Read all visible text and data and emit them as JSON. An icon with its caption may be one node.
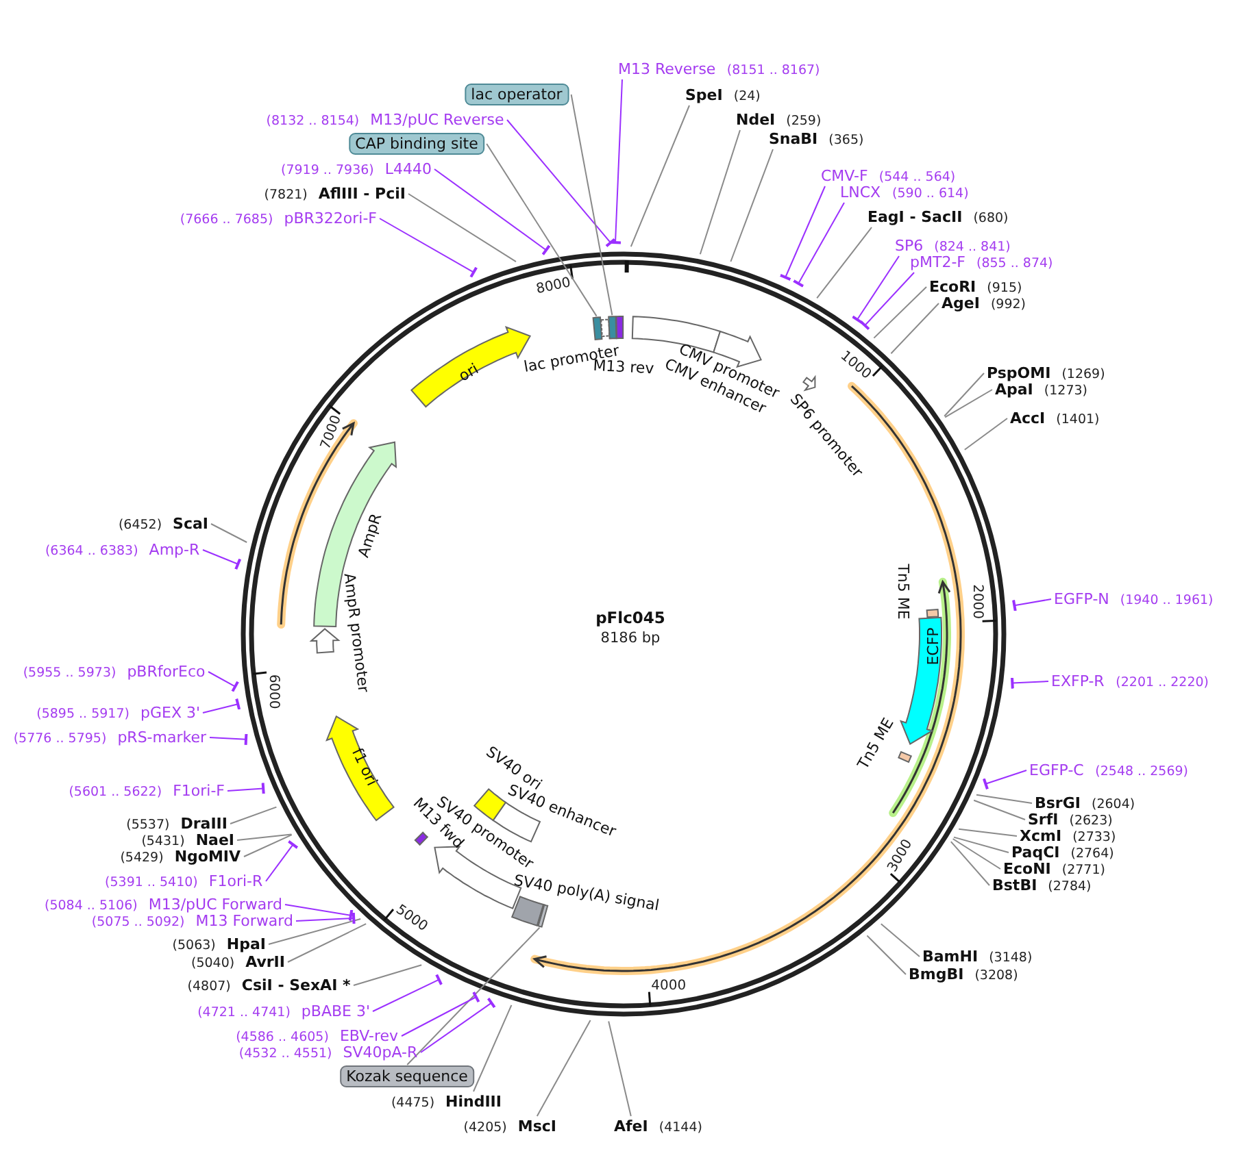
{
  "diagram": {
    "title": "pFlc045",
    "nodes": [
      {
        "text": [
          "M13 Reverse",
          "(8151 .. 8167)"
        ]
      },
      {
        "text": [
          "SpeI",
          "(24)"
        ]
      },
      {
        "text": [
          "NdeI",
          "(259)"
        ]
      },
      {
        "text": [
          "SnaBI",
          "(365)"
        ]
      },
      {
        "text": [
          "CMV-F",
          "(544 .. 564)"
        ]
      },
      {
        "text": [
          "LNCX",
          "(590 .. 614)"
        ]
      },
      {
        "text": [
          "EagI - SacII",
          "(680)"
        ]
      },
      {
        "text": [
          "SP6",
          "(824 .. 841)"
        ]
      },
      {
        "text": [
          "pMT2-F",
          "(855 .. 874)"
        ]
      },
      {
        "text": [
          "EcoRI",
          "(915)"
        ]
      },
      {
        "text": [
          "AgeI",
          "(992)"
        ]
      },
      {
        "text": [
          "PspOMI",
          "(1269)"
        ]
      },
      {
        "text": [
          "ApaI",
          "(1273)"
        ]
      },
      {
        "text": [
          "AccI",
          "(1401)"
        ]
      },
      {
        "text": [
          "EGFP-N",
          "(1940 .. 1961)"
        ]
      },
      {
        "text": [
          "EXFP-R",
          "(2201 .. 2220)"
        ]
      },
      {
        "text": [
          "EGFP-C",
          "(2548 .. 2569)"
        ]
      },
      {
        "text": [
          "BsrGI",
          "(2604)"
        ]
      },
      {
        "text": [
          "SrfI",
          "(2623)"
        ]
      },
      {
        "text": [
          "XcmI",
          "(2733)"
        ]
      },
      {
        "text": [
          "PaqCI",
          "(2764)"
        ]
      },
      {
        "text": [
          "EcoNI",
          "(2771)"
        ]
      },
      {
        "text": [
          "BstBI",
          "(2784)"
        ]
      },
      {
        "text": [
          "BamHI",
          "(3148)"
        ]
      },
      {
        "text": [
          "BmgBI",
          "(3208)"
        ]
      },
      {
        "text": [
          "AfeI",
          "(4144)"
        ]
      },
      {
        "text": [
          "(4205)",
          "MscI"
        ]
      },
      {
        "text": [
          "(4475)",
          "HindIII"
        ]
      },
      {
        "text": [
          "Kozak sequence"
        ]
      },
      {
        "text": [
          "(4532 .. 4551)",
          "SV40pA-R"
        ]
      },
      {
        "text": [
          "(4586 .. 4605)",
          "EBV-rev"
        ]
      },
      {
        "text": [
          "(4721 .. 4741)",
          "pBABE 3'"
        ]
      },
      {
        "text": [
          "(4807)",
          "CsiI - SexAI *"
        ]
      },
      {
        "text": [
          "(5040)",
          "AvrII"
        ]
      },
      {
        "text": [
          "(5063)",
          "HpaI"
        ]
      },
      {
        "text": [
          "(5075 .. 5092)",
          "M13 Forward"
        ]
      },
      {
        "text": [
          "(5084 .. 5106)",
          "M13/pUC Forward"
        ]
      },
      {
        "text": [
          "(5391 .. 5410)",
          "F1ori-R"
        ]
      },
      {
        "text": [
          "(5429)",
          "NgoMIV"
        ]
      },
      {
        "text": [
          "(5431)",
          "NaeI"
        ]
      },
      {
        "text": [
          "(5537)",
          "DraIII"
        ]
      },
      {
        "text": [
          "(5601 .. 5622)",
          "F1ori-F"
        ]
      },
      {
        "text": [
          "(5776 .. 5795)",
          "pRS-marker"
        ]
      },
      {
        "text": [
          "(5895 .. 5917)",
          "pGEX 3'"
        ]
      },
      {
        "text": [
          "(5955 .. 5973)",
          "pBRforEco"
        ]
      },
      {
        "text": [
          "(6364 .. 6383)",
          "Amp-R"
        ]
      },
      {
        "text": [
          "(6452)",
          "ScaI"
        ]
      },
      {
        "text": [
          "(7666 .. 7685)",
          "pBR322ori-F"
        ]
      },
      {
        "text": [
          "(7821)",
          "AflIII - PciI"
        ]
      },
      {
        "text": [
          "(7919 .. 7936)",
          "L4440"
        ]
      },
      {
        "text": [
          "CAP binding site"
        ]
      },
      {
        "text": [
          "(8132 .. 8154)",
          "M13/pUC Reverse"
        ]
      },
      {
        "text": [
          "lac operator"
        ]
      },
      {
        "text": [],
        "shape": "box"
      },
      {
        "text": [
          "lac promoter"
        ]
      },
      {
        "text": [],
        "shape": "box"
      },
      {
        "text": [
          "M13 rev"
        ]
      },
      {
        "text": [
          "CMV enhancer"
        ]
      },
      {
        "text": [
          "CMV promoter"
        ]
      },
      {
        "text": [
          "SP6 promoter"
        ]
      },
      {
        "text": [
          "Tn5 ME"
        ]
      },
      {
        "text": [
          "ECFP"
        ]
      },
      {
        "text": [
          "Tn5 ME"
        ]
      },
      {
        "text": [
          "SV40 poly(A) signal"
        ]
      },
      {
        "text": [],
        "shape": "box"
      },
      {
        "text": [
          "SV40 promoter"
        ]
      },
      {
        "text": [
          "SV40 enhancer"
        ]
      },
      {
        "text": [
          "SV40 ori"
        ]
      },
      {
        "text": [
          "M13 fwd"
        ]
      },
      {
        "text": [
          "f1 ori"
        ]
      },
      {
        "text": [
          "AmpR promoter"
        ]
      },
      {
        "text": [
          "AmpR"
        ]
      },
      {
        "text": [
          "ori"
        ]
      }
    ],
    "edges": [
      {
        "from": 0,
        "to": null,
        "arrow": "other",
        "color": "#9b30ff"
      },
      {
        "from": 1,
        "to": null,
        "arrow": "none"
      },
      {
        "from": 2,
        "to": null,
        "arrow": "none"
      },
      {
        "from": 3,
        "to": null,
        "arrow": "none"
      },
      {
        "from": 4,
        "to": null,
        "arrow": "other",
        "color": "#9b30ff"
      },
      {
        "from": 5,
        "to": null,
        "arrow": "other",
        "color": "#9b30ff"
      },
      {
        "from": 6,
        "to": null,
        "arrow": "none"
      },
      {
        "from": 7,
        "to": null,
        "arrow": "other",
        "color": "#9b30ff"
      },
      {
        "from": 8,
        "to": null,
        "arrow": "other",
        "color": "#9b30ff"
      },
      {
        "from": 9,
        "to": null,
        "arrow": "none"
      },
      {
        "from": 10,
        "to": null,
        "arrow": "none"
      },
      {
        "from": 11,
        "to": null,
        "arrow": "none"
      },
      {
        "from": 12,
        "to": null,
        "arrow": "none"
      },
      {
        "from": 13,
        "to": null,
        "arrow": "none"
      },
      {
        "from": 14,
        "to": null,
        "arrow": "other",
        "color": "#9b30ff"
      },
      {
        "from": 15,
        "to": null,
        "arrow": "other",
        "color": "#9b30ff"
      },
      {
        "from": 16,
        "to": null,
        "arrow": "other",
        "color": "#9b30ff"
      },
      {
        "from": 17,
        "to": null,
        "arrow": "none"
      },
      {
        "from": 18,
        "to": null,
        "arrow": "none"
      },
      {
        "from": 19,
        "to": null,
        "arrow": "none"
      },
      {
        "from": 20,
        "to": null,
        "arrow": "none"
      },
      {
        "from": 21,
        "to": null,
        "arrow": "none"
      },
      {
        "from": 22,
        "to": null,
        "arrow": "none"
      },
      {
        "from": 23,
        "to": null,
        "arrow": "none"
      },
      {
        "from": 24,
        "to": null,
        "arrow": "none"
      },
      {
        "from": 25,
        "to": null,
        "arrow": "none"
      },
      {
        "from": 26,
        "to": null,
        "arrow": "none"
      },
      {
        "from": 27,
        "to": null,
        "arrow": "none"
      },
      {
        "from": 28,
        "to": 64,
        "arrow": "none"
      },
      {
        "from": 29,
        "to": null,
        "arrow": "other",
        "color": "#9b30ff"
      },
      {
        "from": 30,
        "to": null,
        "arrow": "other",
        "color": "#9b30ff"
      },
      {
        "from": 31,
        "to": null,
        "arrow": "other",
        "color": "#9b30ff"
      },
      {
        "from": 32,
        "to": null,
        "arrow": "none"
      },
      {
        "from": 33,
        "to": null,
        "arrow": "none"
      },
      {
        "from": 34,
        "to": null,
        "arrow": "none"
      },
      {
        "from": 35,
        "to": null,
        "arrow": "other",
        "color": "#9b30ff"
      },
      {
        "from": 36,
        "to": null,
        "arrow": "other",
        "color": "#9b30ff"
      },
      {
        "from": 37,
        "to": null,
        "arrow": "other",
        "color": "#9b30ff"
      },
      {
        "from": 38,
        "to": null,
        "arrow": "none"
      },
      {
        "from": 39,
        "to": null,
        "arrow": "none"
      },
      {
        "from": 40,
        "to": null,
        "arrow": "none"
      },
      {
        "from": 41,
        "to": null,
        "arrow": "other",
        "color": "#9b30ff"
      },
      {
        "from": 42,
        "to": null,
        "arrow": "other",
        "color": "#9b30ff"
      },
      {
        "from": 43,
        "to": null,
        "arrow": "other",
        "color": "#9b30ff"
      },
      {
        "from": 44,
        "to": null,
        "arrow": "other",
        "color": "#9b30ff"
      },
      {
        "from": 45,
        "to": null,
        "arrow": "other",
        "color": "#9b30ff"
      },
      {
        "from": 46,
        "to": null,
        "arrow": "none"
      },
      {
        "from": 47,
        "to": null,
        "arrow": "other",
        "color": "#9b30ff"
      },
      {
        "from": 48,
        "to": null,
        "arrow": "none"
      },
      {
        "from": 49,
        "to": null,
        "arrow": "other",
        "color": "#9b30ff"
      },
      {
        "from": 50,
        "to": 53,
        "arrow": "none"
      },
      {
        "from": 51,
        "to": null,
        "arrow": "other",
        "color": "#9b30ff"
      },
      {
        "from": 52,
        "to": 55,
        "arrow": "none"
      }
    ],
    "labels": [
      "8186 bp",
      "1000",
      "2000",
      "3000",
      "4000",
      "5000",
      "6000",
      "7000",
      "8000"
    ]
  }
}
